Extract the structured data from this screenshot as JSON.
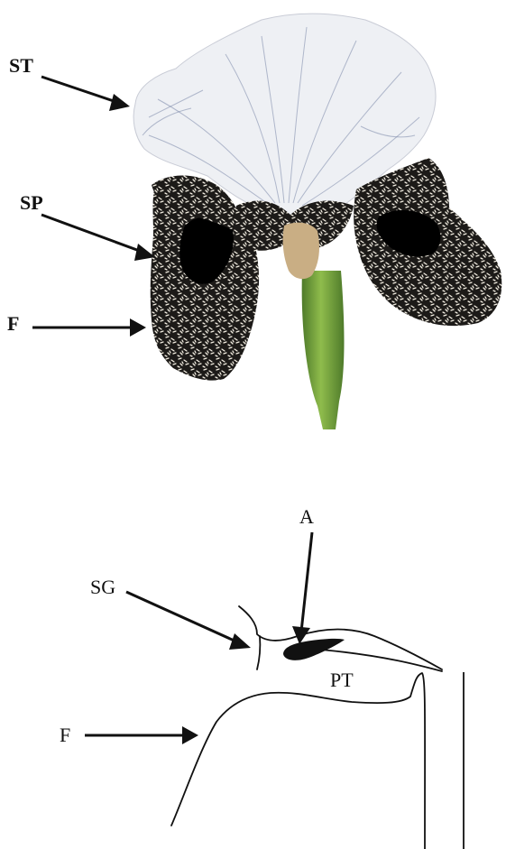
{
  "photo": {
    "labels": {
      "st": "ST",
      "sp": "SP",
      "f": "F"
    },
    "colors": {
      "standard_petal": "#eef0f4",
      "standard_vein": "#7a86a8",
      "fall_dark": "#1c1a18",
      "fall_speckle": "#f3eee2",
      "fall_spot": "#000000",
      "style_arm": "#4c4a40",
      "stem": "#8fbc4c",
      "stem_dark": "#4e7a2a"
    }
  },
  "sketch": {
    "labels": {
      "a": "A",
      "sg": "SG",
      "pt": "PT",
      "f": "F"
    }
  }
}
